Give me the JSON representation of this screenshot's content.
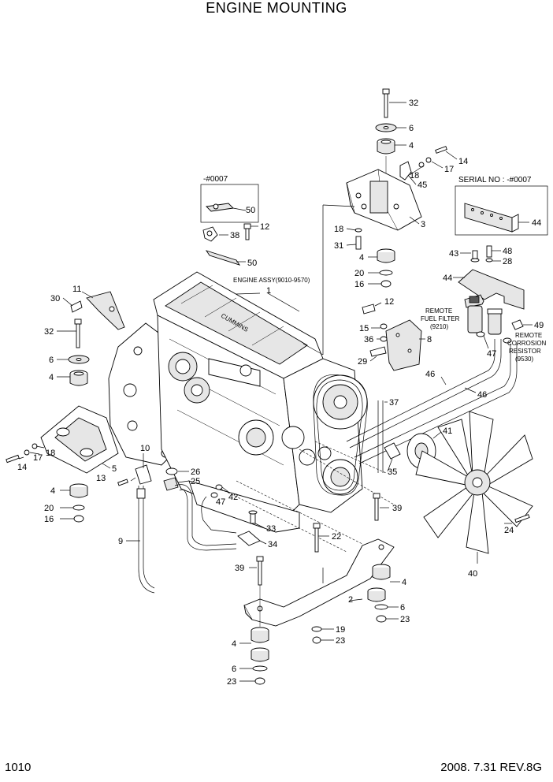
{
  "title": "ENGINE MOUNTING",
  "page_number": "1010",
  "revision": "2008. 7.31  REV.8G",
  "notes": {
    "engine_assy": "ENGINE ASSY(9010-9570)",
    "serial_no": "SERIAL NO : -#0007",
    "serial_small": "-#0007",
    "remote_fuel_filter_1": "REMOTE",
    "remote_fuel_filter_2": "FUEL FILTER",
    "remote_fuel_filter_3": "(9210)",
    "remote_corrosion_1": "REMOTE",
    "remote_corrosion_2": "CORROSION",
    "remote_corrosion_3": "RESISTOR",
    "remote_corrosion_4": "(9530)"
  },
  "callouts": [
    {
      "id": "c32a",
      "label": "32"
    },
    {
      "id": "c6a",
      "label": "6"
    },
    {
      "id": "c4a",
      "label": "4"
    },
    {
      "id": "c14a",
      "label": "14"
    },
    {
      "id": "c17a",
      "label": "17"
    },
    {
      "id": "c18a",
      "label": "18"
    },
    {
      "id": "c45",
      "label": "45"
    },
    {
      "id": "c50a",
      "label": "50"
    },
    {
      "id": "c38",
      "label": "38"
    },
    {
      "id": "c12a",
      "label": "12"
    },
    {
      "id": "c50b",
      "label": "50"
    },
    {
      "id": "c3",
      "label": "3"
    },
    {
      "id": "c18b",
      "label": "18"
    },
    {
      "id": "c31",
      "label": "31"
    },
    {
      "id": "c4b",
      "label": "4"
    },
    {
      "id": "c20a",
      "label": "20"
    },
    {
      "id": "c16a",
      "label": "16"
    },
    {
      "id": "c44a",
      "label": "44"
    },
    {
      "id": "c43",
      "label": "43"
    },
    {
      "id": "c48",
      "label": "48"
    },
    {
      "id": "c28",
      "label": "28"
    },
    {
      "id": "c44b",
      "label": "44"
    },
    {
      "id": "c1",
      "label": "1"
    },
    {
      "id": "c11",
      "label": "11"
    },
    {
      "id": "c30",
      "label": "30"
    },
    {
      "id": "c32b",
      "label": "32"
    },
    {
      "id": "c6b",
      "label": "6"
    },
    {
      "id": "c4c",
      "label": "4"
    },
    {
      "id": "c12b",
      "label": "12"
    },
    {
      "id": "c15",
      "label": "15"
    },
    {
      "id": "c36",
      "label": "36"
    },
    {
      "id": "c8",
      "label": "8"
    },
    {
      "id": "c29",
      "label": "29"
    },
    {
      "id": "c49",
      "label": "49"
    },
    {
      "id": "c47a",
      "label": "47"
    },
    {
      "id": "c46a",
      "label": "46"
    },
    {
      "id": "c46b",
      "label": "46"
    },
    {
      "id": "c37",
      "label": "37"
    },
    {
      "id": "c41",
      "label": "41"
    },
    {
      "id": "c14b",
      "label": "14"
    },
    {
      "id": "c17b",
      "label": "17"
    },
    {
      "id": "c18c",
      "label": "18"
    },
    {
      "id": "c5",
      "label": "5"
    },
    {
      "id": "c10",
      "label": "10"
    },
    {
      "id": "c13",
      "label": "13"
    },
    {
      "id": "c26",
      "label": "26"
    },
    {
      "id": "c25",
      "label": "25"
    },
    {
      "id": "c42",
      "label": "42"
    },
    {
      "id": "c47b",
      "label": "47"
    },
    {
      "id": "c35",
      "label": "35"
    },
    {
      "id": "c4d",
      "label": "4"
    },
    {
      "id": "c20b",
      "label": "20"
    },
    {
      "id": "c16b",
      "label": "16"
    },
    {
      "id": "c39a",
      "label": "39"
    },
    {
      "id": "c33",
      "label": "33"
    },
    {
      "id": "c34",
      "label": "34"
    },
    {
      "id": "c22",
      "label": "22"
    },
    {
      "id": "c9",
      "label": "9"
    },
    {
      "id": "c24",
      "label": "24"
    },
    {
      "id": "c39b",
      "label": "39"
    },
    {
      "id": "c40",
      "label": "40"
    },
    {
      "id": "c4e",
      "label": "4"
    },
    {
      "id": "c2",
      "label": "2"
    },
    {
      "id": "c6c",
      "label": "6"
    },
    {
      "id": "c23a",
      "label": "23"
    },
    {
      "id": "c19",
      "label": "19"
    },
    {
      "id": "c23b",
      "label": "23"
    },
    {
      "id": "c4f",
      "label": "4"
    },
    {
      "id": "c6d",
      "label": "6"
    },
    {
      "id": "c23c",
      "label": "23"
    }
  ]
}
